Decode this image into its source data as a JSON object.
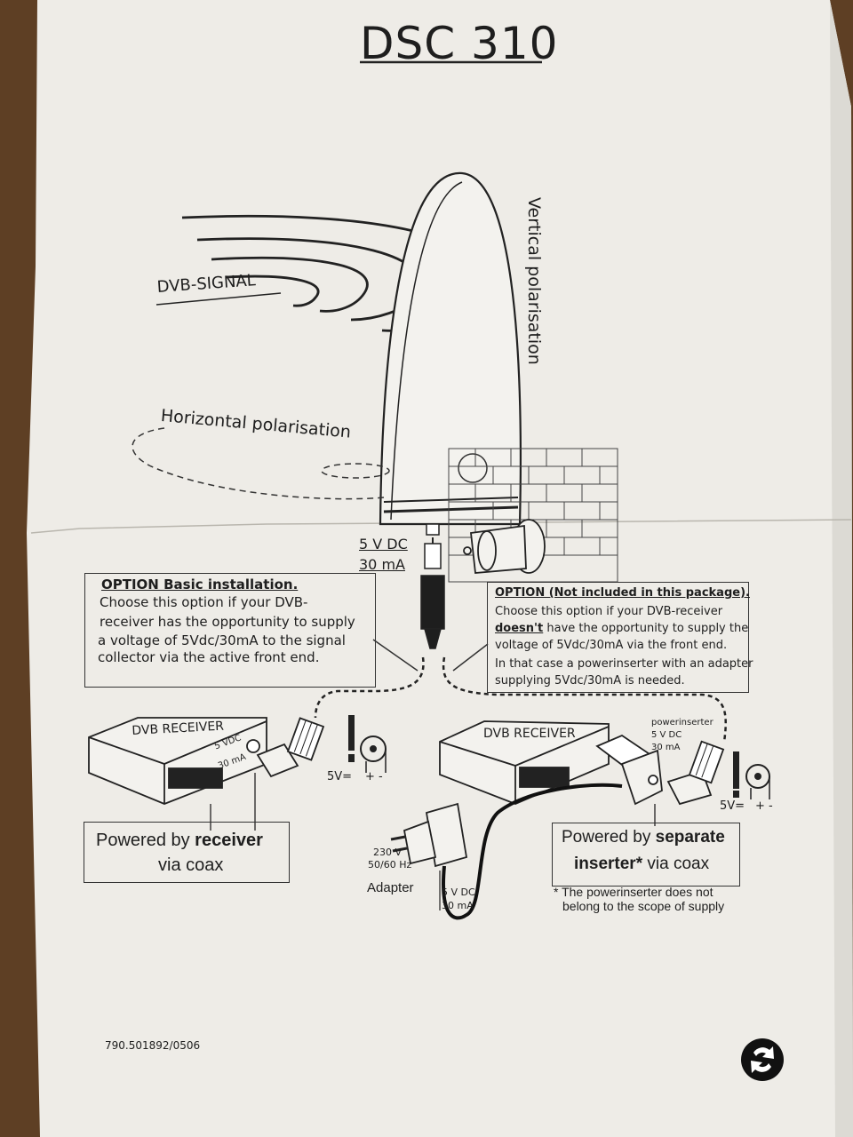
{
  "document": {
    "title": "DSC 310",
    "labels": {
      "dvb_signal": "DVB-SIGNAL",
      "vertical": "Vertical polarisation",
      "horizontal": "Horizontal polarisation",
      "dc_voltage": "5 V DC",
      "dc_current": "30 mA"
    },
    "option_basic": {
      "heading": "OPTION Basic installation.",
      "lines": [
        "Choose this option if your DVB-",
        "receiver has the opportunity to supply",
        "a voltage of 5Vdc/30mA to the signal",
        "collector via the active front end."
      ]
    },
    "option_extra": {
      "heading": "OPTION (Not included in this package).",
      "line1": "Choose this option if your DVB-receiver",
      "line2_bold": "doesn't",
      "line2_rest": " have the opportunity to supply the",
      "line3": "voltage of 5Vdc/30mA via the front end.",
      "line4": "In that case a powerinserter with an adapter",
      "line5": "supplying 5Vdc/30mA is needed."
    },
    "left_receiver": {
      "label": "DVB RECEIVER",
      "v": "5 VDC",
      "a": "30 mA",
      "polarity_v": "5V=",
      "polarity_pm": "+  -"
    },
    "right_receiver": {
      "label": "DVB RECEIVER",
      "inserter_title": "powerinserter",
      "inserter_v": "5 V DC",
      "inserter_a": "30 mA",
      "polarity_v": "5V=",
      "polarity_pm": "+  -"
    },
    "powered_receiver": {
      "prefix": "Powered by ",
      "bold": "receiver",
      "line2": "via coax"
    },
    "powered_inserter": {
      "prefix": "Powered by ",
      "bold1": "separate",
      "bold2": "inserter*",
      "rest": " via coax"
    },
    "adapter": {
      "mains_v": "230 V",
      "mains_hz": "50/60 Hz",
      "label": "Adapter",
      "out_v": "5 V DC",
      "out_a": "30 mA"
    },
    "footnote": {
      "line1": "* The powerinserter does not",
      "line2": "belong to the scope of supply"
    },
    "code": "790.501892/0506",
    "recycle_icon": "recycle-icon"
  }
}
